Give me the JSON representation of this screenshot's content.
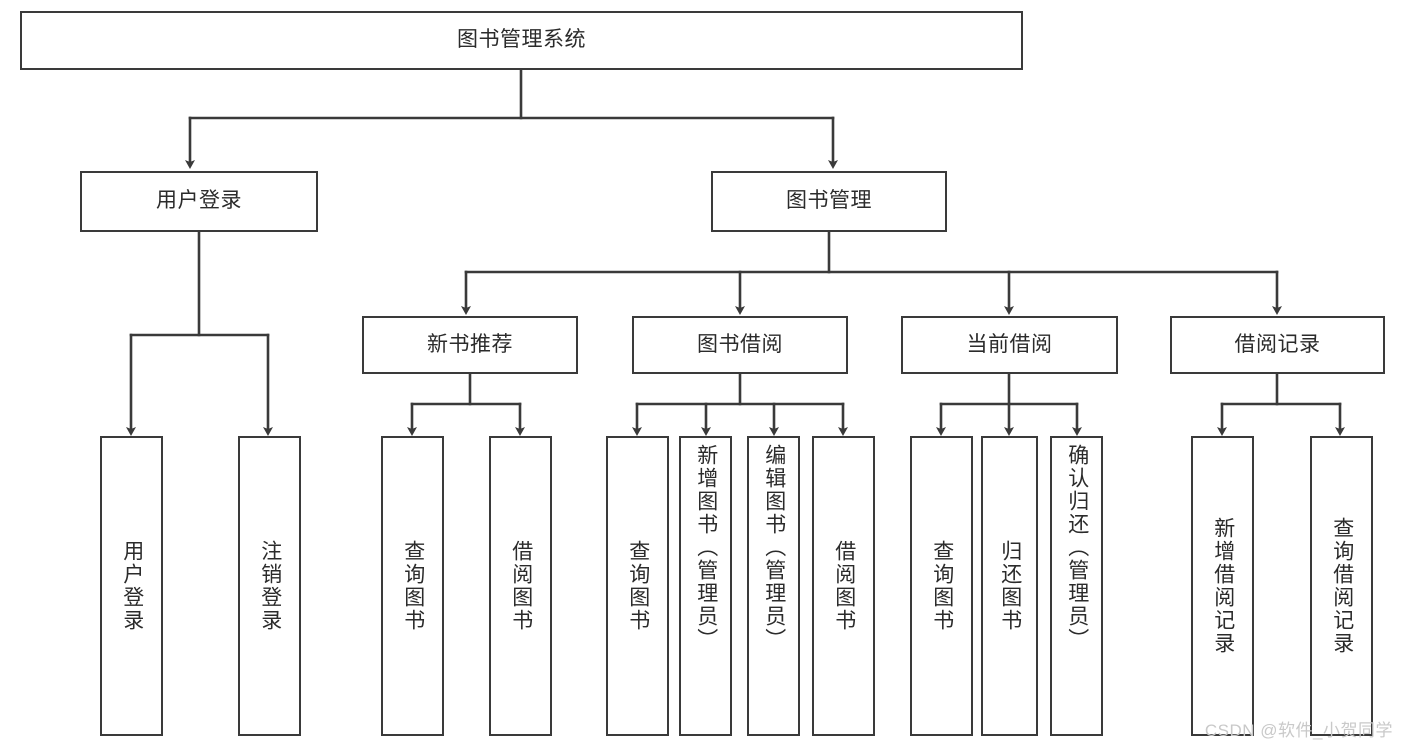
{
  "diagram": {
    "title": "图书管理系统",
    "type": "tree",
    "orientation": "top-down",
    "stroke_color": "#3a3a3a",
    "text_color": "#2b2b2b",
    "background_color": "#ffffff"
  },
  "nodes": {
    "root": {
      "label": "图书管理系统",
      "level": 1
    },
    "user_login": {
      "label": "用户登录",
      "level": 2
    },
    "book_manage": {
      "label": "图书管理",
      "level": 2
    },
    "new_book_rec": {
      "label": "新书推荐",
      "level": 3
    },
    "book_borrow": {
      "label": "图书借阅",
      "level": 3
    },
    "current_borrow": {
      "label": "当前借阅",
      "level": 3
    },
    "borrow_record": {
      "label": "借阅记录",
      "level": 3
    },
    "leaf_user_login": {
      "label": "用户登录",
      "level": 4
    },
    "leaf_logout": {
      "label": "注销登录",
      "level": 4
    },
    "leaf_query_book_1": {
      "label": "查询图书",
      "level": 4
    },
    "leaf_borrow_book_1": {
      "label": "借阅图书",
      "level": 4
    },
    "leaf_query_book_2": {
      "label": "查询图书",
      "level": 4
    },
    "leaf_add_book": {
      "label": "新增图书（管理员）",
      "level": 4
    },
    "leaf_edit_book": {
      "label": "编辑图书（管理员）",
      "level": 4
    },
    "leaf_borrow_book_2": {
      "label": "借阅图书",
      "level": 4
    },
    "leaf_query_book_3": {
      "label": "查询图书",
      "level": 4
    },
    "leaf_return_book": {
      "label": "归还图书",
      "level": 4
    },
    "leaf_confirm_return": {
      "label": "确认归还（管理员）",
      "level": 4
    },
    "leaf_add_record": {
      "label": "新增借阅记录",
      "level": 4
    },
    "leaf_query_record": {
      "label": "查询借阅记录",
      "level": 4
    }
  },
  "edges": [
    {
      "from": "root",
      "to": "user_login"
    },
    {
      "from": "root",
      "to": "book_manage"
    },
    {
      "from": "book_manage",
      "to": "new_book_rec"
    },
    {
      "from": "book_manage",
      "to": "book_borrow"
    },
    {
      "from": "book_manage",
      "to": "current_borrow"
    },
    {
      "from": "book_manage",
      "to": "borrow_record"
    },
    {
      "from": "user_login",
      "to": "leaf_user_login"
    },
    {
      "from": "user_login",
      "to": "leaf_logout"
    },
    {
      "from": "new_book_rec",
      "to": "leaf_query_book_1"
    },
    {
      "from": "new_book_rec",
      "to": "leaf_borrow_book_1"
    },
    {
      "from": "book_borrow",
      "to": "leaf_query_book_2"
    },
    {
      "from": "book_borrow",
      "to": "leaf_add_book"
    },
    {
      "from": "book_borrow",
      "to": "leaf_edit_book"
    },
    {
      "from": "book_borrow",
      "to": "leaf_borrow_book_2"
    },
    {
      "from": "current_borrow",
      "to": "leaf_query_book_3"
    },
    {
      "from": "current_borrow",
      "to": "leaf_return_book"
    },
    {
      "from": "current_borrow",
      "to": "leaf_confirm_return"
    },
    {
      "from": "borrow_record",
      "to": "leaf_add_record"
    },
    {
      "from": "borrow_record",
      "to": "leaf_query_record"
    }
  ],
  "watermark": {
    "text": "CSDN @软件_小贺同学"
  }
}
